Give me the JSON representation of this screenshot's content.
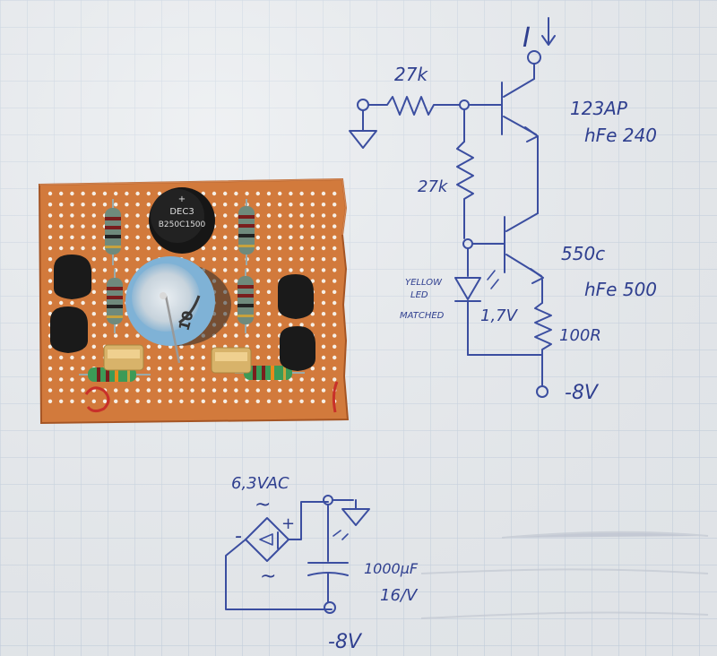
{
  "schematic": {
    "current_label": "I",
    "r_base": "27k",
    "transistor_top": "123AP",
    "transistor_top_hfe": "hFe 240",
    "r_mid": "27k",
    "transistor_bottom": "550c",
    "transistor_bottom_hfe": "hFe 500",
    "led_line1": "YELLOW",
    "led_line2": "LED",
    "led_line3": "MATCHED",
    "led_voltage": "1,7V",
    "r_emitter": "100R",
    "rail": "-8V"
  },
  "supply": {
    "ac_label": "6,3VAC",
    "ac_tilde_top": "~",
    "ac_tilde_bottom": "~",
    "minus": "-",
    "plus": "+",
    "cap_value": "1000µF",
    "cap_voltage": "16/V",
    "rail": "-8V"
  },
  "board": {
    "bridge_line1": "+",
    "bridge_line2": "DEC3",
    "bridge_line3": "B250C1500",
    "cap_marking": "10"
  },
  "colors": {
    "paper": "#e9ecef",
    "grid": "#b9c8da",
    "ink": "#3b4ea0",
    "board": "#d27a3c",
    "board_dark": "#b9602a"
  }
}
